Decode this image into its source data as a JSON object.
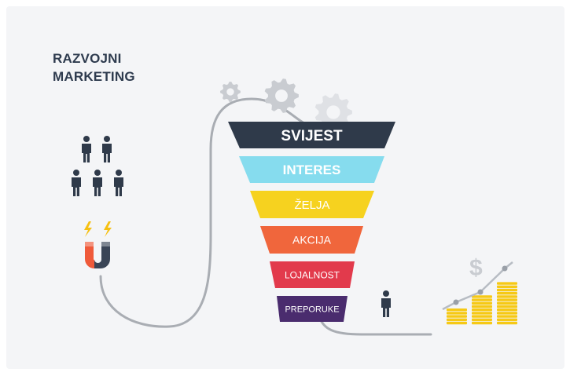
{
  "title": {
    "line1": "RAZVOJNI",
    "line2": "MARKETING"
  },
  "funnel": {
    "stages": [
      {
        "label": "SVIJEST",
        "color": "#2f3a4a"
      },
      {
        "label": "INTERES",
        "color": "#86dcee"
      },
      {
        "label": "ŽELJA",
        "color": "#f6d21f"
      },
      {
        "label": "AKCIJA",
        "color": "#f0663c"
      },
      {
        "label": "LOJALNOST",
        "color": "#e23a4c"
      },
      {
        "label": "PREPORUKE",
        "color": "#4a2c6e"
      }
    ]
  },
  "growth": {
    "currency_symbol": "$",
    "coin_stack_levels": [
      1,
      2,
      3
    ]
  },
  "icons": [
    "gear-icon",
    "person-icon",
    "lightning-icon",
    "magnet-icon",
    "dollar-icon",
    "coin-stack-icon",
    "trend-line-icon"
  ],
  "colors": {
    "background": "#f4f5f7",
    "line": "#a9adb3",
    "gear": "#c9ccd1",
    "person": "#2f3a4a",
    "magnet_red": "#ef5a3a",
    "magnet_dark": "#3a4556",
    "lightning": "#f6c012",
    "coin": "#f6c915"
  }
}
